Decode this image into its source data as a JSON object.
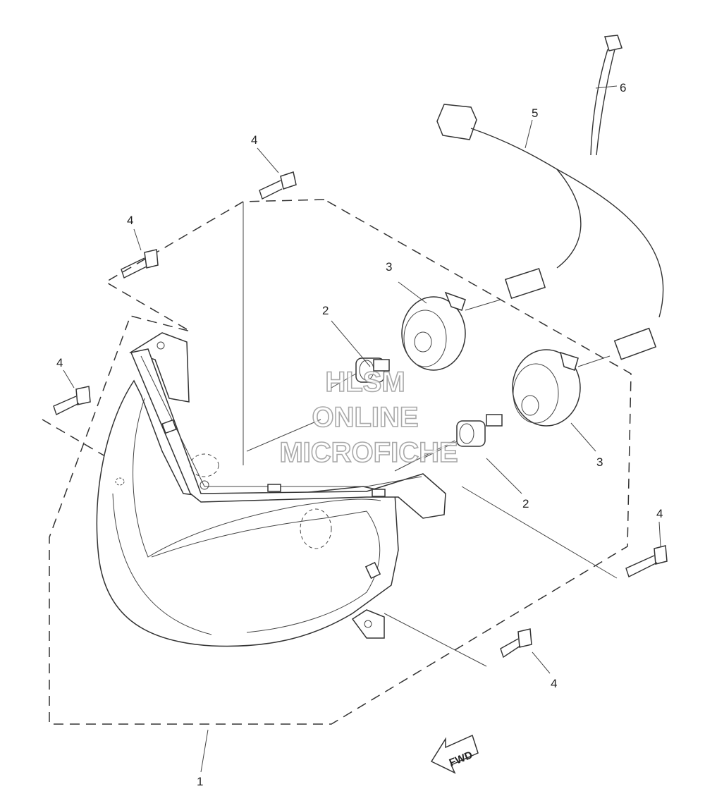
{
  "diagram": {
    "callouts": {
      "headlight": "1",
      "bulb_upper": "2",
      "bulb_lower": "2",
      "socket_cover_upper": "3",
      "socket_cover_lower": "3",
      "bolt_top": "4",
      "bolt_left_upper": "4",
      "bolt_left_lower": "4",
      "bolt_right": "4",
      "bolt_bottom": "4",
      "lead_wire": "5",
      "cable_tie": "6"
    },
    "watermark": {
      "line1": "HLSM",
      "line2": "ONLINE",
      "line3": "MICROFICHE"
    },
    "direction_label": "FWD"
  }
}
